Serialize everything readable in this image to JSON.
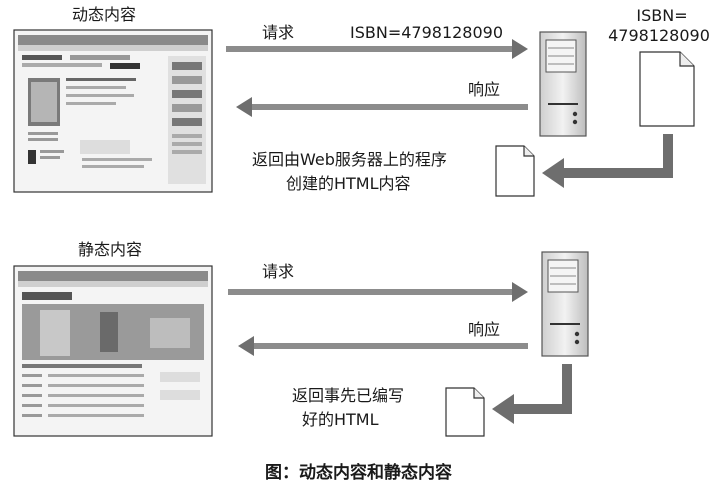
{
  "top": {
    "section_title": "动态内容",
    "request_label": "请求",
    "request_value": "ISBN=4798128090",
    "response_label": "响应",
    "file_label_line1": "ISBN=",
    "file_label_line2": "4798128090",
    "return_line1": "返回由Web服务器上的程序",
    "return_line2": "创建的HTML内容"
  },
  "bottom": {
    "section_title": "静态内容",
    "request_label": "请求",
    "response_label": "响应",
    "return_line1": "返回事先已编写",
    "return_line2": "好的HTML"
  },
  "caption": "图：动态内容和静态内容"
}
